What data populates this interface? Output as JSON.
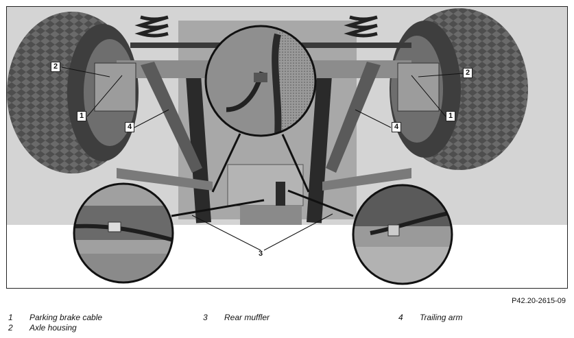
{
  "figure": {
    "code": "P42.20-2615-09",
    "callouts": {
      "parking_brake_left": "1",
      "parking_brake_right": "1",
      "axle_housing_left": "2",
      "axle_housing_right": "2",
      "muffler": "3",
      "trailing_arm_left": "4",
      "trailing_arm_right": "4"
    }
  },
  "legend": [
    {
      "number": "1",
      "label": "Parking brake cable"
    },
    {
      "number": "2",
      "label": "Axle housing"
    },
    {
      "number": "3",
      "label": "Rear muffler"
    },
    {
      "number": "4",
      "label": "Trailing arm"
    }
  ],
  "colors": {
    "background": "#d4d4d4",
    "tire": "#5a5a5a",
    "metal": "#8c8c8c",
    "dark": "#2a2a2a",
    "border": "#222222"
  }
}
